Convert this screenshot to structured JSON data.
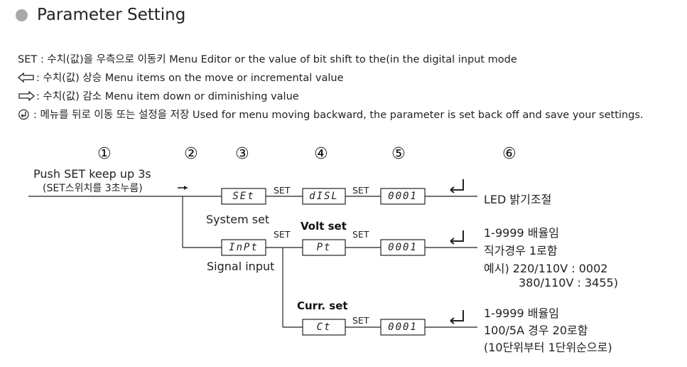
{
  "header": {
    "title": "Parameter Setting"
  },
  "legend": [
    {
      "icon": "SET",
      "text": "SET  : 수치(값)을 우측으로 이동키 Menu Editor or the value of bit shift to the(in the digital input mode"
    },
    {
      "icon": "left-arrow-icon",
      "text": ": 수치(값) 상승 Menu items on the move or incremental value"
    },
    {
      "icon": "right-arrow-icon",
      "text": ": 수치(값) 감소 Menu item down or diminishing value"
    },
    {
      "icon": "return-icon",
      "text": ": 메뉴를 뒤로 이동 또는 설정을 저장 Used for menu moving backward, the parameter is set back off  and save your settings."
    }
  ],
  "diagram": {
    "steps": [
      "①",
      "②",
      "③",
      "④",
      "⑤",
      "⑥"
    ],
    "push_label": "Push SET keep up 3s",
    "push_sub": "(SET스위치를 3초누름)",
    "set_label": "SET",
    "row1": {
      "box1": "SEt",
      "box2": "dISL",
      "box3": "0001",
      "caption": "System set",
      "desc": "LED 밝기조절"
    },
    "row2": {
      "box1": "InPt",
      "box2": "Pt",
      "box3": "0001",
      "caption": "Signal input",
      "group": "Volt set",
      "desc": [
        "1-9999 배율임",
        "직가경우 1로함",
        "예시) 220/110V : 0002",
        "380/110V : 3455)"
      ]
    },
    "row3": {
      "box2": "Ct",
      "box3": "0001",
      "group": "Curr. set",
      "desc": [
        "1-9999 배율임",
        "100/5A 경우 20로함",
        "(10단위부터 1단위순으로)"
      ]
    }
  }
}
